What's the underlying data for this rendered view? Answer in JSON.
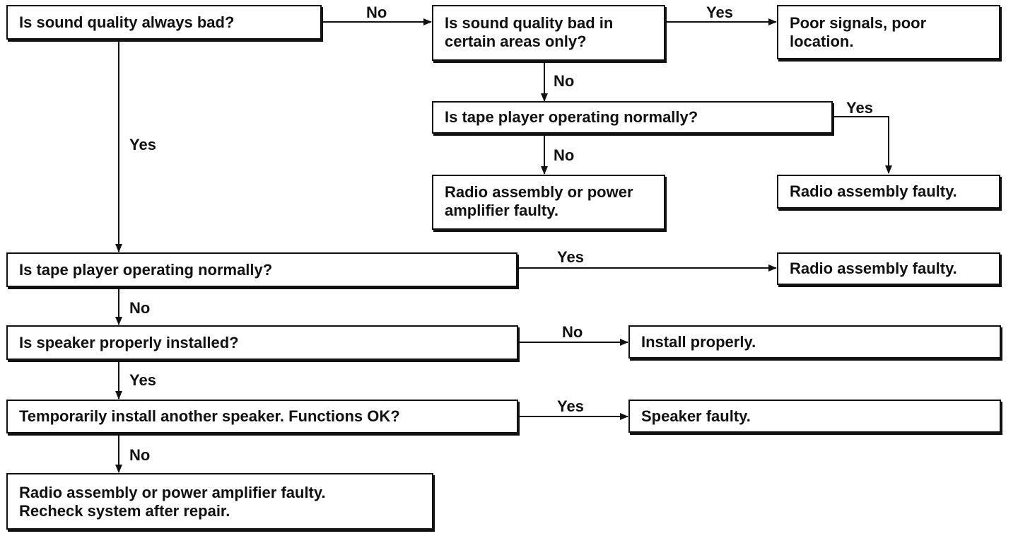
{
  "boxes": {
    "q_always_bad": "Is sound quality always bad?",
    "q_certain_areas": "Is sound quality bad in\ncertain areas only?",
    "r_poor_signals": "Poor signals, poor\nlocation.",
    "q_tape_top": "Is tape player operating normally?",
    "r_radio_or_amp_top": "Radio assembly or power\namplifier faulty.",
    "r_radio_faulty_top": "Radio assembly faulty.",
    "q_tape_main": "Is tape player operating normally?",
    "r_radio_faulty_mid": "Radio assembly faulty.",
    "q_speaker_installed": "Is speaker properly installed?",
    "r_install_properly": "Install properly.",
    "q_temp_speaker": "Temporarily install another speaker. Functions OK?",
    "r_speaker_faulty": "Speaker faulty.",
    "r_final": "Radio assembly or power amplifier faulty.\nRecheck system after repair."
  },
  "labels": {
    "no_always_to_areas": "No",
    "yes_areas_to_signals": "Yes",
    "no_areas_to_tape": "No",
    "yes_tape_top_to_radio": "Yes",
    "no_tape_top_to_radio_amp": "No",
    "yes_always_down": "Yes",
    "yes_tape_main_to_radio": "Yes",
    "no_tape_main_down": "No",
    "no_speaker_to_install": "No",
    "yes_speaker_down": "Yes",
    "yes_temp_to_faulty": "Yes",
    "no_temp_down": "No"
  }
}
